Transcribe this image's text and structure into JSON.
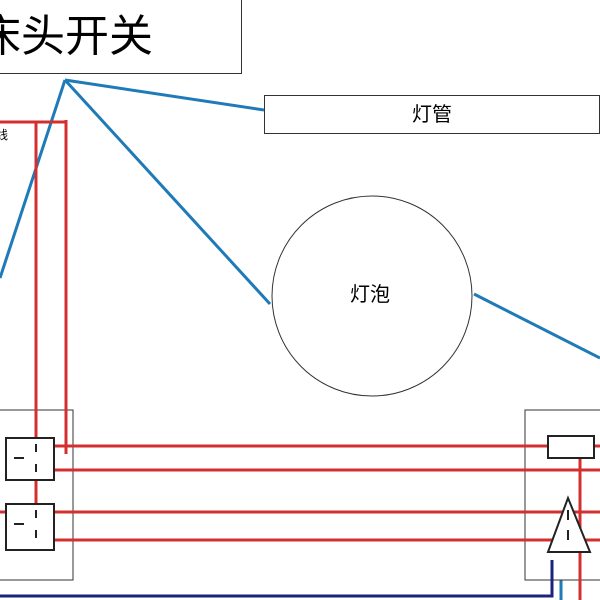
{
  "title": "床头开关",
  "labels": {
    "tube": "灯管",
    "bulb": "灯泡",
    "wire_fragment": "线"
  },
  "colors": {
    "blue_wire": "#1f7ab8",
    "red_wire": "#d32f2f",
    "navy_wire": "#1a237e",
    "outline": "#333333"
  }
}
